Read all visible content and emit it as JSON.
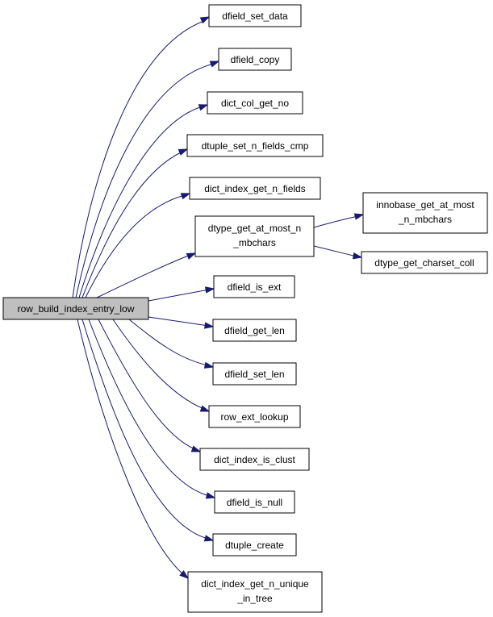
{
  "graph": {
    "root": "row_build_index_entry_low",
    "callees": [
      "dfield_set_data",
      "dfield_copy",
      "dict_col_get_no",
      "dtuple_set_n_fields_cmp",
      "dict_index_get_n_fields",
      [
        "dtype_get_at_most_n",
        "_mbchars"
      ],
      "dfield_is_ext",
      "dfield_get_len",
      "dfield_set_len",
      "row_ext_lookup",
      "dict_index_is_clust",
      "dfield_is_null",
      "dtuple_create",
      [
        "dict_index_get_n_unique",
        "_in_tree"
      ]
    ],
    "secondary": [
      [
        "innobase_get_at_most",
        "_n_mbchars"
      ],
      "dtype_get_charset_coll"
    ]
  },
  "colors": {
    "edge": "#191970",
    "root_fill": "#bfbfbf",
    "node_fill": "#ffffff",
    "border": "#000000"
  }
}
